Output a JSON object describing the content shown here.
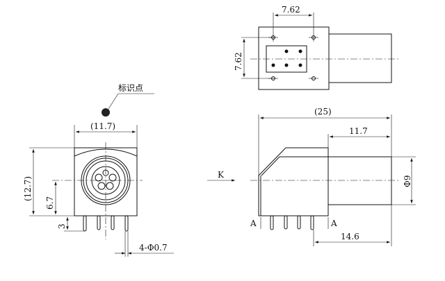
{
  "front_view": {
    "marker_label": "标识点",
    "width_dim": "(11.7)",
    "height_dim": "(12.7)",
    "center_height_dim": "6.7",
    "pin_length_dim": "3",
    "pin_dim": "4-Φ0.7"
  },
  "top_view": {
    "pitch_x_dim": "7.62",
    "pitch_y_dim": "7.62"
  },
  "side_view": {
    "length_dim": "(25)",
    "cylinder_length_dim": "11.7",
    "diameter_dim": "Φ9",
    "pin_offset_dim": "14.6",
    "view_arrow_label": "K",
    "section_label_left": "A",
    "section_label_right": "A"
  }
}
